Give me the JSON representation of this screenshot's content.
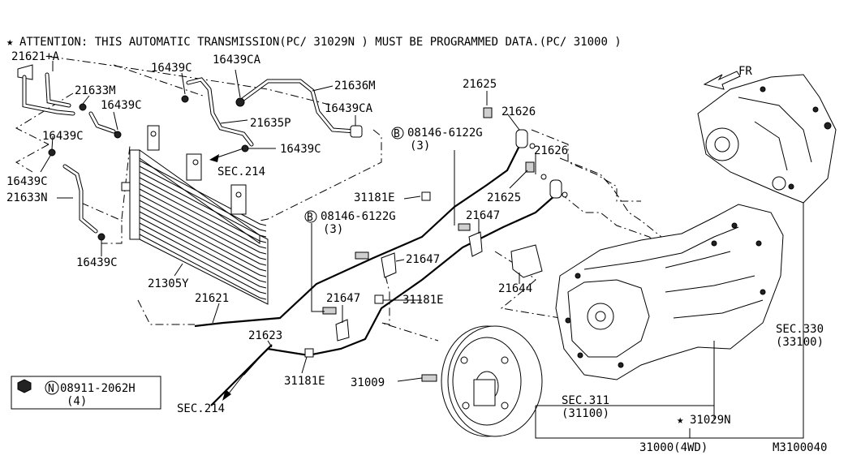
{
  "header": {
    "attention": "ATTENTION: THIS AUTOMATIC TRANSMISSION(PC/ 31029N ) MUST BE PROGRAMMED DATA.(PC/ 31000 )"
  },
  "direction_label": "FR",
  "callouts": {
    "c21621a": "21621+A",
    "c16439c_top": "16439C",
    "c16439ca_top": "16439CA",
    "c21636m": "21636M",
    "c21633m": "21633M",
    "c16439c_a": "16439C",
    "c16439ca_b": "16439CA",
    "c21635p": "21635P",
    "c16439c_b": "16439C",
    "c16439c_c": "16439C",
    "c16439c_d": "16439C",
    "c21633n": "21633N",
    "c16439c_e": "16439C",
    "c21305y": "21305Y",
    "c21621": "21621",
    "c21623": "21623",
    "c31181e_a": "31181E",
    "c31181e_b": "31181E",
    "c31181e_c": "31181E",
    "c21625_a": "21625",
    "c21626_a": "21626",
    "c21626_b": "21626",
    "c21625_b": "21625",
    "c21647_a": "21647",
    "c21647_b": "21647",
    "c21647_c": "21647",
    "c21644": "21644",
    "c31009": "31009",
    "c31029n": "31029N",
    "c31000": "31000(4WD)",
    "diagram_id": "M3100040"
  },
  "bolts": {
    "b1_code": "08146-6122G",
    "b1_qty": "(3)",
    "b2_code": "08146-6122G",
    "b2_qty": "(3)",
    "b_symbol": "B"
  },
  "nut_legend": {
    "symbol": "N",
    "code": "08911-2062H",
    "qty": "(4)"
  },
  "section_refs": {
    "sec214_a": "SEC.214",
    "sec214_b": "SEC.214",
    "sec311": "SEC.311",
    "sec311_sub": "(31100)",
    "sec330": "SEC.330",
    "sec330_sub": "(33100)"
  }
}
